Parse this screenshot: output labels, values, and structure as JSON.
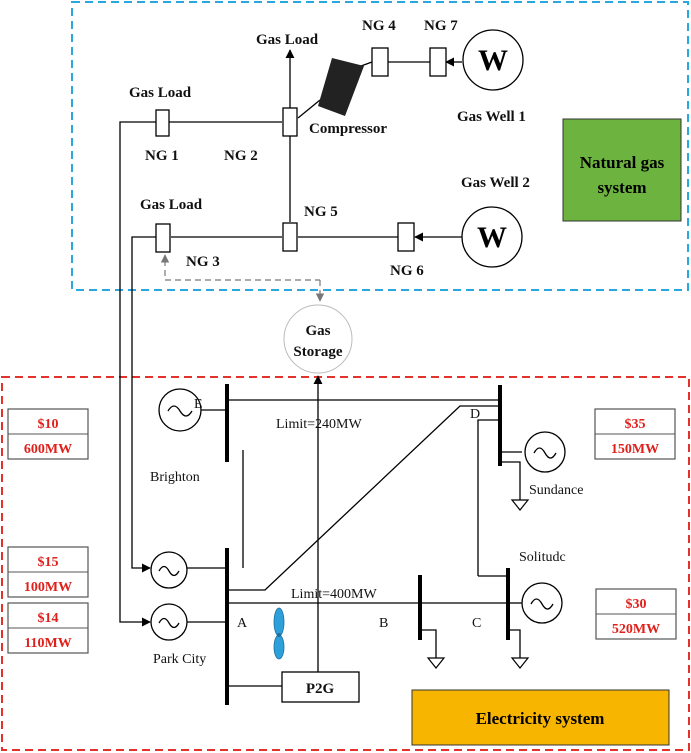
{
  "natural_gas": {
    "title_line1": "Natural gas",
    "title_line2": "system",
    "color_box": "#6db33f",
    "border_color": "#29a8e0",
    "nodes": [
      "NG 1",
      "NG 2",
      "NG 3",
      "NG 4",
      "NG 5",
      "NG 6",
      "NG 7"
    ],
    "gas_load": "Gas Load",
    "compressor": "Compressor",
    "well1": "Gas Well 1",
    "well2": "Gas Well 2",
    "well_symbol": "W",
    "storage_line1": "Gas",
    "storage_line2": "Storage"
  },
  "electricity": {
    "title": "Electricity system",
    "color_box": "#f8b500",
    "border_color": "#e2322b",
    "buses": [
      "A",
      "B",
      "C",
      "D",
      "E"
    ],
    "limit_top": "Limit=240MW",
    "limit_mid": "Limit=400MW",
    "p2g": "P2G",
    "generators": [
      {
        "name": "Brighton",
        "price": "$10",
        "capacity": "600MW"
      },
      {
        "name": "Park City",
        "price": "$15",
        "capacity": "100MW"
      },
      {
        "name": "Park City",
        "price": "$14",
        "capacity": "110MW"
      },
      {
        "name": "Sundance",
        "price": "$35",
        "capacity": "150MW"
      },
      {
        "name": "Solitudc",
        "price": "$30",
        "capacity": "520MW"
      }
    ],
    "price_color": "#e0201b"
  }
}
